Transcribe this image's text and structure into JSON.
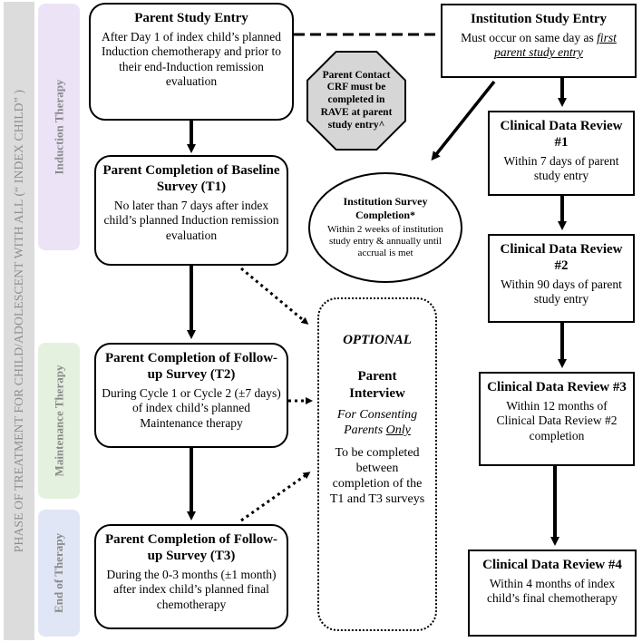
{
  "phase_axis_label": "PHASE OF TREATMENT FOR CHILD/ADOLESCENT WITH ALL (“ INDEX CHILD” )",
  "phases": {
    "induction": {
      "label": "Induction Therapy",
      "color": "#ece3f7"
    },
    "maintenance": {
      "label": "Maintenance Therapy",
      "color": "#e4f1df"
    },
    "end": {
      "label": "End of Therapy",
      "color": "#e1e6f6"
    }
  },
  "parent_study_entry": {
    "title": "Parent Study Entry",
    "body": "After Day 1 of index child’s planned Induction chemotherapy and prior to their end-Induction remission evaluation"
  },
  "baseline_survey": {
    "title": "Parent Completion of Baseline Survey (T1)",
    "body": "No later than 7 days after index child’s planned Induction remission evaluation"
  },
  "followup_t2": {
    "title": "Parent Completion of Follow-up Survey (T2)",
    "body": "During Cycle 1 or Cycle 2 (±7 days) of index child’s planned Maintenance therapy"
  },
  "followup_t3": {
    "title": "Parent Completion of Follow-up Survey (T3)",
    "body": "During the 0-3 months (±1 month) after index child’s planned final chemotherapy"
  },
  "parent_contact_crf": {
    "text": "Parent Contact CRF must be completed in RAVE at parent study entry^"
  },
  "institution_survey": {
    "title": "Institution Survey Completion*",
    "body": "Within 2 weeks of institution study entry & annually until accrual is met"
  },
  "optional_interview": {
    "optional": "OPTIONAL",
    "title": "Parent Interview",
    "consent_prefix": "For Consenting Parents ",
    "consent_only": "Only",
    "body": "To be completed between completion of the T1 and T3 surveys"
  },
  "institution_study_entry": {
    "title": "Institution Study Entry",
    "body_prefix": "Must occur on same day as ",
    "body_emph": "first parent study entry"
  },
  "review1": {
    "title": "Clinical Data Review #1",
    "body": "Within 7 days of parent study entry"
  },
  "review2": {
    "title": "Clinical Data Review #2",
    "body": "Within 90 days of parent study entry"
  },
  "review3": {
    "title": "Clinical Data Review #3",
    "body": "Within 12 months of Clinical Data Review #2 completion"
  },
  "review4": {
    "title": "Clinical Data Review #4",
    "body": "Within 4 months of index child’s final chemotherapy"
  }
}
